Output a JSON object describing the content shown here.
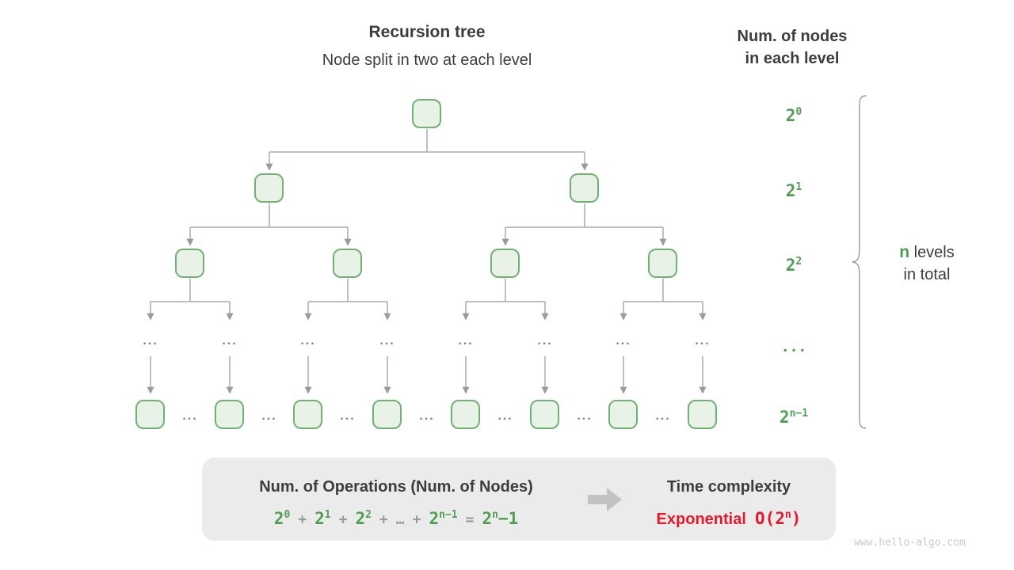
{
  "header": {
    "title": "Recursion tree",
    "subtitle": "Node split in two at each level",
    "right_title_line1": "Num. of nodes",
    "right_title_line2": "in each level"
  },
  "tree": {
    "ellipsis": "..."
  },
  "level_labels": [
    {
      "base": "2",
      "sup": "0"
    },
    {
      "base": "2",
      "sup": "1"
    },
    {
      "base": "2",
      "sup": "2"
    },
    {
      "base": "...",
      "sup": ""
    },
    {
      "base": "2",
      "sup": "n−1"
    }
  ],
  "brace_note": {
    "n": "n",
    "line1_rest": " levels",
    "line2": "in total"
  },
  "summary_box": {
    "operations_title": "Num. of Operations (Num. of Nodes)",
    "formula_tokens": [
      {
        "t": "2",
        "s": "0"
      },
      {
        "t": "+"
      },
      {
        "t": "2",
        "s": "1"
      },
      {
        "t": "+"
      },
      {
        "t": "2",
        "s": "2"
      },
      {
        "t": "+"
      },
      {
        "t": "…"
      },
      {
        "t": "+"
      },
      {
        "t": "2",
        "s": "n−1"
      },
      {
        "t": "="
      },
      {
        "t": "2",
        "s": "n",
        "tail": "−1"
      }
    ],
    "result_title": "Time complexity",
    "result_label": "Exponential",
    "result_value_pre": "O(2",
    "result_value_sup": "n",
    "result_value_post": ")"
  },
  "watermark": "www.hello-algo.com",
  "colors": {
    "green": "#4f9e53",
    "dark": "#3d3d3d",
    "red": "#e7182c",
    "node-border": "#70b274",
    "node-fill": "#e9f2e6",
    "line": "#ababab",
    "arrow": "#9b9b9b",
    "dots": "#7d7d7d",
    "box-bg": "#ebebeb",
    "block-arrow": "#c3c3c3",
    "brace": "#9a9a9a",
    "watermark": "#c9c9c9"
  }
}
